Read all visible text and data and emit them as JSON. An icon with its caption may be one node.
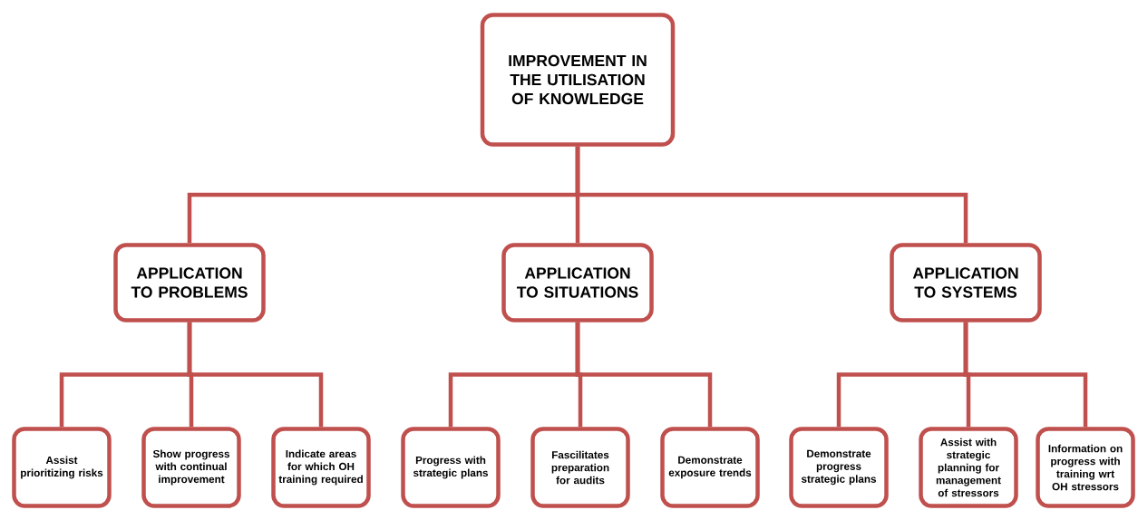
{
  "diagram": {
    "nodes": [
      {
        "text": [
          "IMPROVEMENT IN THE UTILISATION OF KNOWLEDGE"
        ]
      },
      {
        "text": [
          "APPLICATION TO PROBLEMS"
        ]
      },
      {
        "text": [
          "APPLICATION TO SITUATIONS"
        ]
      },
      {
        "text": [
          "APPLICATION TO SYSTEMS"
        ]
      },
      {
        "text": [
          "Assist prioritizing risks"
        ]
      },
      {
        "text": [
          "Show progress with continual improvement"
        ]
      },
      {
        "text": [
          "Indicate areas for which OH training required"
        ]
      },
      {
        "text": [
          "Progress with strategic plans"
        ]
      },
      {
        "text": [
          "Fascilitates preparation for audits"
        ]
      },
      {
        "text": [
          "Demonstrate exposure trends"
        ]
      },
      {
        "text": [
          "Demonstrate progress strategic plans"
        ]
      },
      {
        "text": [
          "Assist with strategic planning for management of stressors"
        ]
      },
      {
        "text": [
          "Information on progress with training wrt OH stressors"
        ]
      }
    ],
    "edges": [
      {
        "from": 0,
        "to": 1,
        "arrow": "none"
      },
      {
        "from": 0,
        "to": 2,
        "arrow": "none"
      },
      {
        "from": 0,
        "to": 3,
        "arrow": "none"
      },
      {
        "from": 1,
        "to": 4,
        "arrow": "none"
      },
      {
        "from": 1,
        "to": 5,
        "arrow": "none"
      },
      {
        "from": 1,
        "to": 6,
        "arrow": "none"
      },
      {
        "from": 2,
        "to": 7,
        "arrow": "none"
      },
      {
        "from": 2,
        "to": 8,
        "arrow": "none"
      },
      {
        "from": 2,
        "to": 9,
        "arrow": "none"
      },
      {
        "from": 3,
        "to": 10,
        "arrow": "none"
      },
      {
        "from": 3,
        "to": 11,
        "arrow": "none"
      },
      {
        "from": 3,
        "to": 12,
        "arrow": "none"
      }
    ]
  }
}
